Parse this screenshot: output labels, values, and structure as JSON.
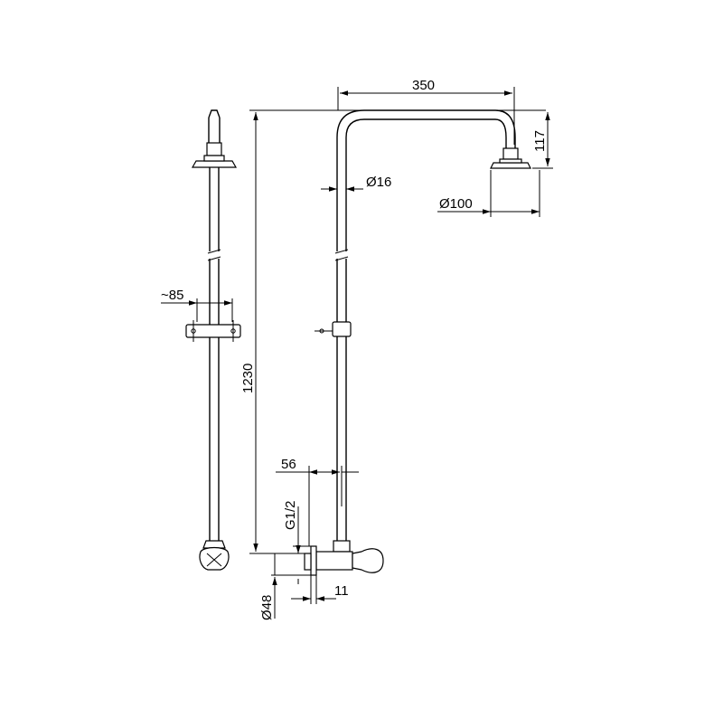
{
  "diagram": {
    "dimensions": {
      "arm_width": "350",
      "head_drop": "117",
      "pipe_diameter": "Ø16",
      "head_diameter": "Ø100",
      "bracket_spacing": "~85",
      "total_height": "1230",
      "outlet_offset": "56",
      "thread": "G1/2",
      "flange_diameter": "Ø48",
      "flange_depth": "11"
    },
    "colors": {
      "line": "#000000",
      "background": "#ffffff"
    }
  }
}
